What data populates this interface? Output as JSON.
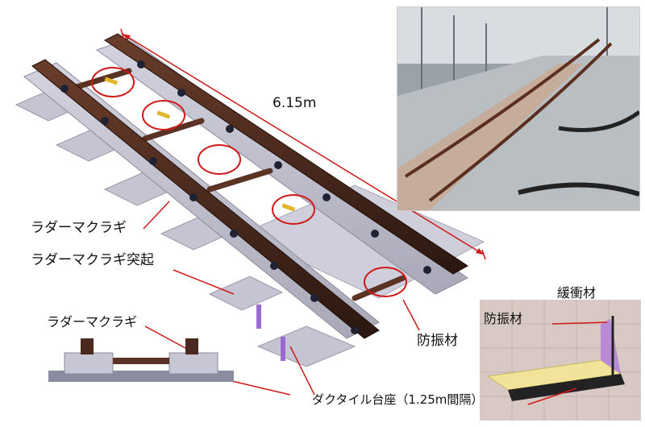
{
  "labels": {
    "length": "6.15m",
    "ladder_sleeper_1": "ラダーマクラギ",
    "ladder_sleeper_protrusion": "ラダーマクラギ突起",
    "ladder_sleeper_2": "ラダーマクラギ",
    "anti_vibration_1": "防振材",
    "anti_vibration_2": "防振材",
    "cushioning": "緩衝材",
    "ductile_base": "ダクタイル台座（1.25m間隔）"
  },
  "colors": {
    "rail": "#4a2a1f",
    "concrete": "#b9b8c6",
    "slab": "#cfcedb",
    "annotation": "#d01818",
    "pad": "#e0b52a",
    "purple": "#9b6ad0"
  }
}
